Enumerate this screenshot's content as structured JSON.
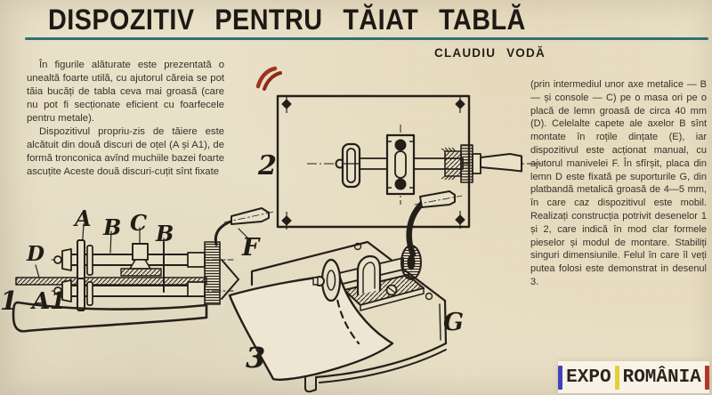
{
  "header": {
    "title": "DISPOZITIV PENTRU TĂIAT TABLĂ",
    "author": "CLAUDIU VODĂ"
  },
  "article": {
    "left_paragraph_1": "În figurile alăturate este prezentată o unealtă foarte utilă, cu ajutorul căreia se pot tăia bucăți de tabla ceva mai groasă (care nu pot fi secționate eficient cu foarfecele pentru metale).",
    "left_paragraph_2": "Dispozitivul propriu-zis de tăiere este alcătuit din două discuri de oțel (A și A1), de formă tronconica avînd muchiile bazei foarte ascuțite Aceste două discuri-cuțit sînt fixate",
    "right_paragraph": "(prin intermediul unor axe metalice — B — și console — C) pe o masa ori pe o placă de lemn groasă de circa 40 mm (D). Celelalte capete ale axelor B sînt montate în roțile dințate (E), iar dispozitivul este acționat manual, cu ajutorul manivelei F. În sfîrșit, placa din lemn D este fixată pe suporturile G, din platbandă metalică groasă de 4—5 mm, în care caz dispozitivul este mobil. Realizați construcția potrivit desenelor 1 și 2, care indică în mod clar formele pieselor și modul de montare. Stabiliți singuri dimensiunile. Felul în care îl veți putea folosi este demonstrat in desenul 3."
  },
  "figures": {
    "fig1": {
      "number": "1",
      "label_d": "D",
      "label_a": "A",
      "label_b1": "B",
      "label_c": "C",
      "label_b2": "B",
      "label_f": "F",
      "label_a1": "A1"
    },
    "fig2": {
      "number": "2"
    },
    "fig3": {
      "number": "3",
      "label_g": "G"
    }
  },
  "footer_logo": {
    "word1": "EXPO",
    "word2": "ROMÂNIA"
  },
  "colors": {
    "rule_teal": "#2f7176",
    "pen_red": "#a03320",
    "logo_bar_blue": "#4040c0",
    "logo_bar_yellow": "#e3cf3a",
    "logo_bar_red": "#b5342a",
    "paper": "#e9e0c8"
  }
}
